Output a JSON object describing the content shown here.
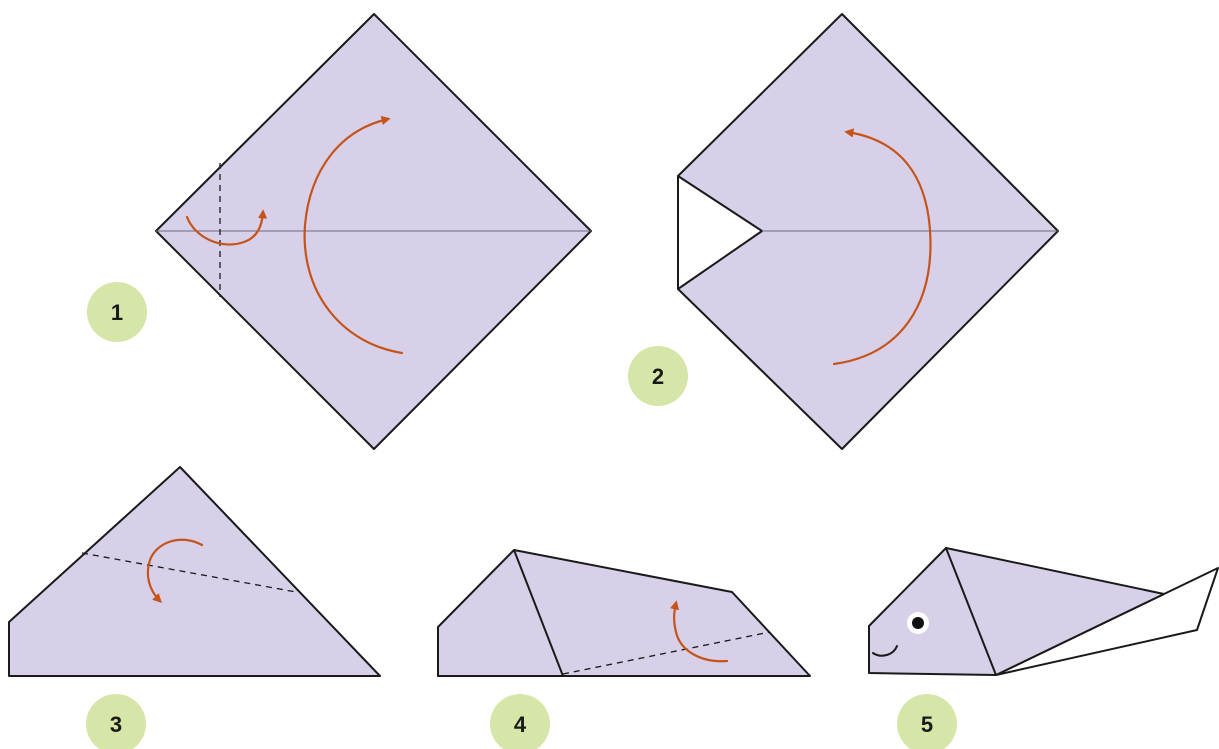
{
  "steps": [
    {
      "label": "1"
    },
    {
      "label": "2"
    },
    {
      "label": "3"
    },
    {
      "label": "4"
    },
    {
      "label": "5"
    }
  ],
  "colors": {
    "paper": "#d8d0e8",
    "fold_arrow": "#c4541a",
    "step_badge": "#d5e6a8",
    "outline": "#1a1a1a"
  },
  "icons": {
    "fold_arrow": "curved-arrow-icon",
    "eye": "eye-icon"
  }
}
